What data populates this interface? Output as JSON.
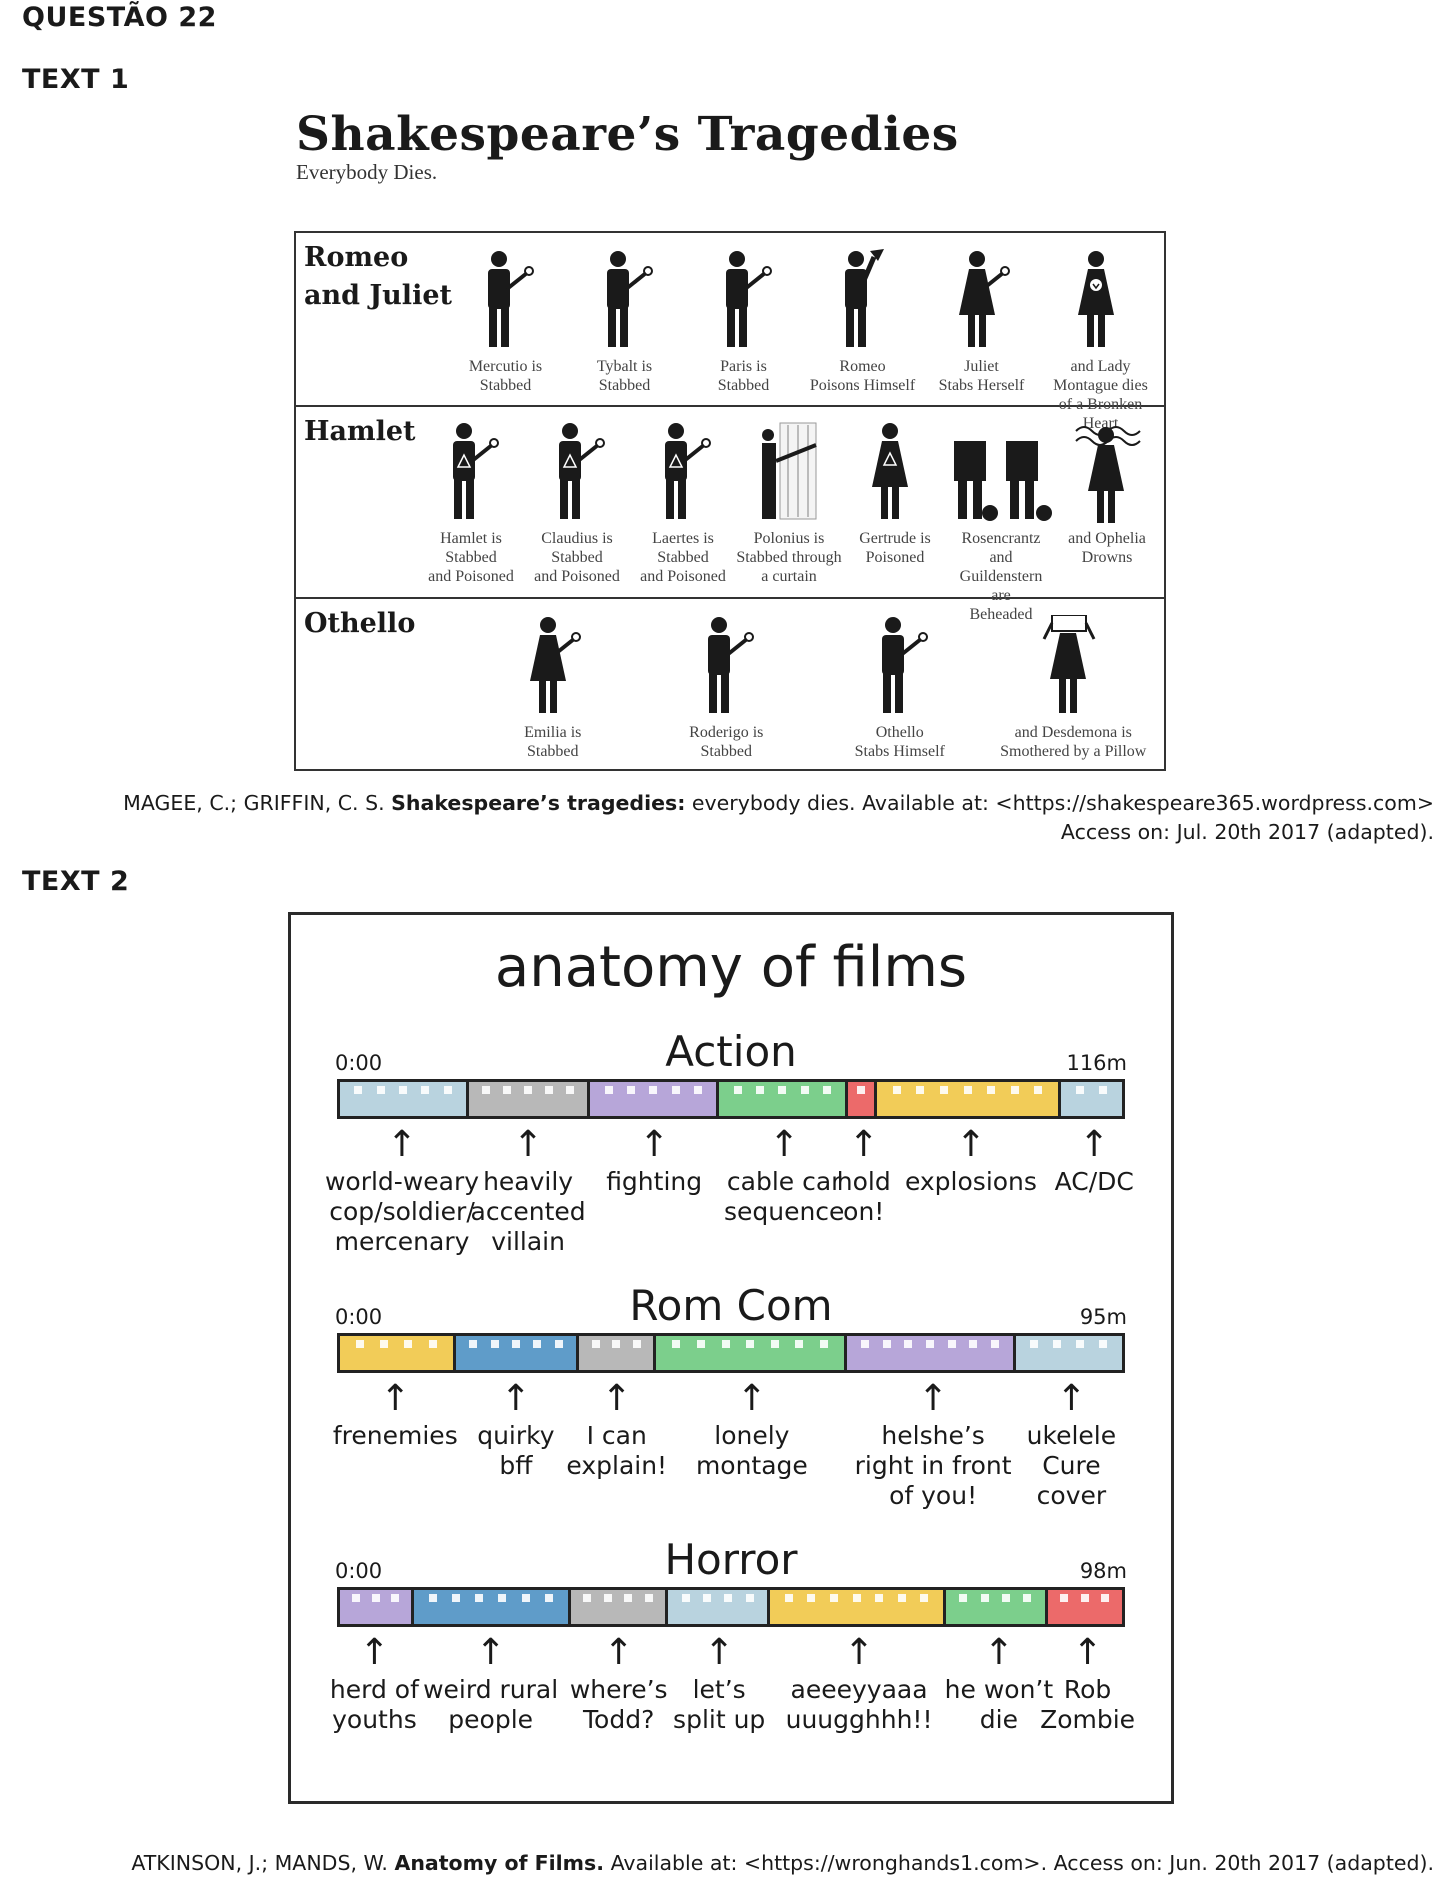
{
  "question": "QUESTÃO 22",
  "text1": {
    "heading": "TEXT 1",
    "title": "Shakespeare’s Tragedies",
    "subtitle": "Everybody Dies.",
    "plays": [
      {
        "name": "Romeo\nand Juliet",
        "deaths": [
          {
            "caption": "Mercutio is\nStabbed",
            "icon": "stabbed-man-icon"
          },
          {
            "caption": "Tybalt is\nStabbed",
            "icon": "stabbed-man-icon"
          },
          {
            "caption": "Paris is\nStabbed",
            "icon": "stabbed-man-icon"
          },
          {
            "caption": "Romeo\nPoisons Himself",
            "icon": "poisoned-man-icon"
          },
          {
            "caption": "Juliet\nStabs Herself",
            "icon": "stabbed-woman-icon"
          },
          {
            "caption": "and Lady Montague dies\nof a Bronken Heart",
            "icon": "broken-heart-woman-icon"
          }
        ]
      },
      {
        "name": "Hamlet",
        "deaths": [
          {
            "caption": "Hamlet is\nStabbed\nand Poisoned",
            "icon": "stabbed-poisoned-man-icon"
          },
          {
            "caption": "Claudius is\nStabbed\nand Poisoned",
            "icon": "stabbed-poisoned-man-icon"
          },
          {
            "caption": "Laertes is\nStabbed\nand Poisoned",
            "icon": "stabbed-poisoned-man-icon"
          },
          {
            "caption": "Polonius is\nStabbed through\na curtain",
            "icon": "curtain-stab-icon"
          },
          {
            "caption": "Gertrude is\nPoisoned",
            "icon": "poisoned-woman-icon"
          },
          {
            "caption": "Rosencrantz and\nGuildenstern are\nBeheaded",
            "icon": "beheaded-men-icon"
          },
          {
            "caption": "and Ophelia\nDrowns",
            "icon": "drowning-woman-icon"
          }
        ]
      },
      {
        "name": "Othello",
        "deaths": [
          {
            "caption": "Emilia is\nStabbed",
            "icon": "stabbed-woman-icon"
          },
          {
            "caption": "Roderigo is\nStabbed",
            "icon": "stabbed-man-icon"
          },
          {
            "caption": "Othello\nStabs Himself",
            "icon": "stabbed-man-icon"
          },
          {
            "caption": "and Desdemona is\nSmothered by a Pillow",
            "icon": "smothered-woman-icon"
          }
        ]
      }
    ],
    "citation_authors": "MAGEE, C.; GRIFFIN, C. S. ",
    "citation_title": "Shakespeare’s tragedies:",
    "citation_rest": " everybody dies. Available at: <https://shakespeare365.wordpress.com>",
    "citation_access": "Access on: Jul. 20th 2017 (adapted)."
  },
  "text2": {
    "heading": "TEXT 2",
    "title": "anatomy of films",
    "sections": [
      {
        "name": "Action",
        "start": "0:00",
        "end": "116m",
        "segments": [
          {
            "label": "world-weary\ncop/soldier/\nmercenary",
            "width": 0.165,
            "color": "#b9d3df"
          },
          {
            "label": "heavily\naccented\nvillain",
            "width": 0.155,
            "color": "#b8b8b8"
          },
          {
            "label": "fighting",
            "width": 0.165,
            "color": "#b7a6d9"
          },
          {
            "label": "cable car\nsequence",
            "width": 0.165,
            "color": "#7ccf8c"
          },
          {
            "label": "hold\non!",
            "width": 0.037,
            "color": "#ec6a6a"
          },
          {
            "label": "explosions",
            "width": 0.235,
            "color": "#f2cc58"
          },
          {
            "label": "AC/DC",
            "width": 0.078,
            "color": "#b9d3df"
          }
        ]
      },
      {
        "name": "Rom Com",
        "start": "0:00",
        "end": "95m",
        "segments": [
          {
            "label": "frenemies",
            "width": 0.148,
            "color": "#f2cc58"
          },
          {
            "label": "quirky\nbff",
            "width": 0.158,
            "color": "#5f9cc9"
          },
          {
            "label": "I can\nexplain!",
            "width": 0.098,
            "color": "#b8b8b8"
          },
          {
            "label": "lonely\nmontage",
            "width": 0.245,
            "color": "#7ccf8c"
          },
          {
            "label": "helshe’s\nright in front\nof you!",
            "width": 0.215,
            "color": "#b7a6d9"
          },
          {
            "label": "ukelele\nCure\ncover",
            "width": 0.136,
            "color": "#b9d3df"
          }
        ]
      },
      {
        "name": "Horror",
        "start": "0:00",
        "end": "98m",
        "segments": [
          {
            "label": "herd of\nyouths",
            "width": 0.095,
            "color": "#b7a6d9"
          },
          {
            "label": "weird rural\npeople",
            "width": 0.2,
            "color": "#5f9cc9"
          },
          {
            "label": "where’s\nTodd?",
            "width": 0.125,
            "color": "#b8b8b8"
          },
          {
            "label": "let’s\nsplit up",
            "width": 0.13,
            "color": "#b9d3df"
          },
          {
            "label": "aeeeyyaaa\nuuugghhh!!",
            "width": 0.225,
            "color": "#f2cc58"
          },
          {
            "label": "he won’t\ndie",
            "width": 0.13,
            "color": "#7ccf8c"
          },
          {
            "label": "Rob\nZombie",
            "width": 0.095,
            "color": "#ec6a6a"
          }
        ]
      }
    ],
    "citation_authors": "ATKINSON, J.; MANDS, W. ",
    "citation_title": "Anatomy of Films.",
    "citation_rest": " Available at: <https://wronghands1.com>. Access on: Jun. 20th 2017 (adapted)."
  }
}
